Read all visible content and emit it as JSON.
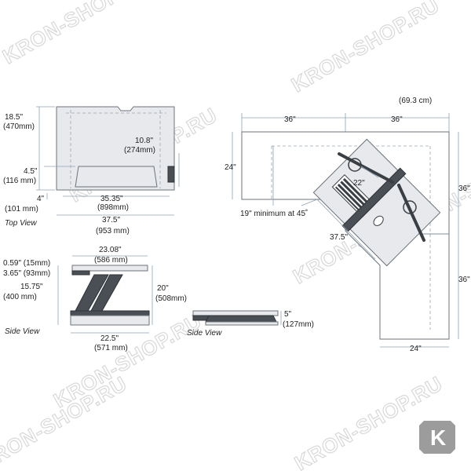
{
  "top_view": {
    "caption": "Top View",
    "depth_in": "18.5\"",
    "depth_mm": "(470mm)",
    "keyboard_depth_in": "4.5\"",
    "keyboard_depth_mm": "(116 mm)",
    "keyboard_offset_in": "4\"",
    "keyboard_offset_mm": "(101 mm)",
    "inner_depth_in": "10.8\"",
    "inner_depth_mm": "(274mm)",
    "inner_width_in": "35.35\"",
    "inner_width_mm": "(898mm)",
    "width_in": "37.5\"",
    "width_mm": "(953 mm)"
  },
  "side_view_raised": {
    "caption": "Side View",
    "top_width_in": "23.08\"",
    "top_width_mm": "(586 mm)",
    "dim_a": "0.59\" (15mm)",
    "dim_b": "3.65\" (93mm)",
    "lift_in": "15.75\"",
    "lift_mm": "(400 mm)",
    "height_in": "20\"",
    "height_mm": "(508mm)",
    "base_width_in": "22.5\"",
    "base_width_mm": "(571 mm)"
  },
  "side_view_lowered": {
    "caption": "Side View",
    "height_in": "5\"",
    "height_mm": "(127mm)"
  },
  "corner_layout": {
    "top_note": "(69.3 cm)",
    "left_width": "36\"",
    "right_width": "36\"",
    "left_depth": "24\"",
    "right_depth_top": "36\"",
    "right_depth_bottom": "36\"",
    "bottom_width": "24\"",
    "diag_a": "22\"",
    "diag_b": "37.5\"",
    "minimum_note": "19\" minimum at 45˚"
  },
  "watermarks": [
    "KRON-SHOP.RU",
    "KRON-SHOP.RU",
    "KRON-SHOP.RU",
    "KRON-SHOP.RU",
    "KRON-SHOP.RU",
    "KRON-SHOP.RU",
    "KRON-SHOP.RU",
    "KRON-SHOP.RU"
  ],
  "logo": {
    "letter": "K"
  },
  "colors": {
    "line": "#7f8fa0",
    "part": "#e7e9ec",
    "dark": "#4a4f55",
    "logo_bg": "#9c9c9c"
  }
}
